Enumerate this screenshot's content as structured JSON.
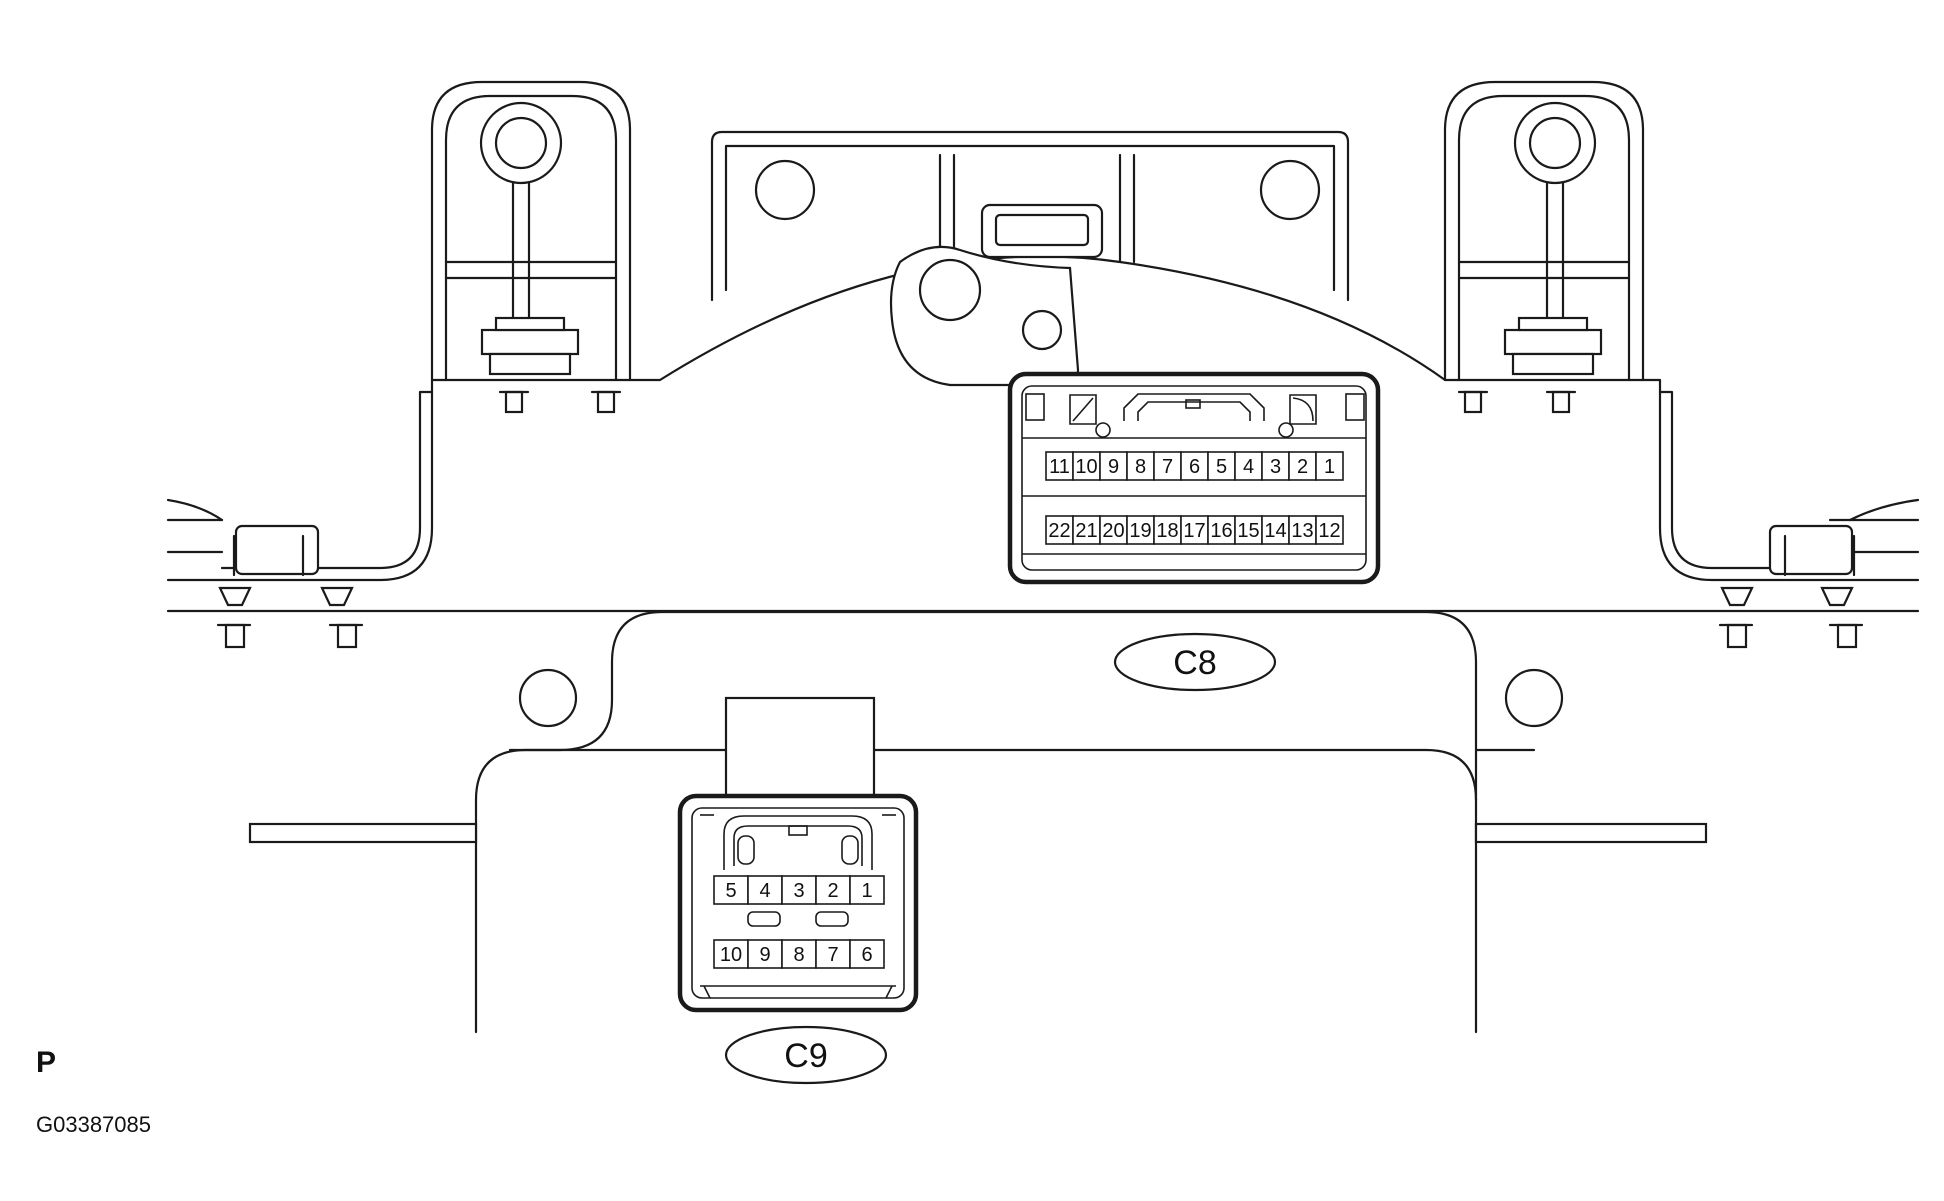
{
  "connectors": {
    "c8": {
      "label": "C8",
      "row_top": [
        "11",
        "10",
        "9",
        "8",
        "7",
        "6",
        "5",
        "4",
        "3",
        "2",
        "1"
      ],
      "row_bottom": [
        "22",
        "21",
        "20",
        "19",
        "18",
        "17",
        "16",
        "15",
        "14",
        "13",
        "12"
      ]
    },
    "c9": {
      "label": "C9",
      "row_top": [
        "5",
        "4",
        "3",
        "2",
        "1"
      ],
      "row_bottom": [
        "10",
        "9",
        "8",
        "7",
        "6"
      ]
    }
  },
  "corner_letter": "P",
  "figure_code": "G03387085"
}
